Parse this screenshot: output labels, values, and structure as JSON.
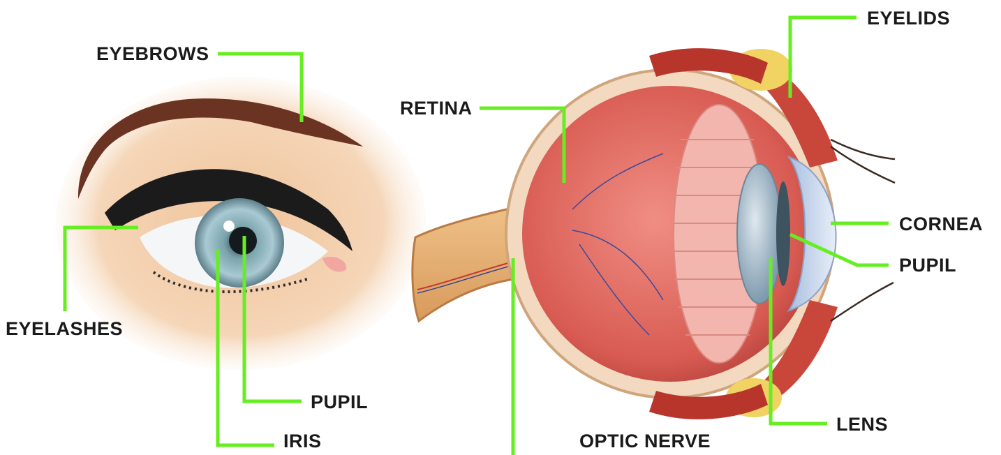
{
  "labels": {
    "eyebrows": "EYEBROWS",
    "eyelashes": "EYELASHES",
    "pupil_left": "PUPIL",
    "iris": "IRIS",
    "retina": "RETINA",
    "optic_nerve": "OPTIC NERVE",
    "eyelids": "EYELIDS",
    "cornea": "CORNEA",
    "pupil_right": "PUPIL",
    "lens": "LENS"
  },
  "colors": {
    "leader_line": "#66ee22",
    "label_text": "#1a1a1a",
    "skin": "#f2c9a2",
    "eyebrow": "#6b3322",
    "iris": "#8fb8c8",
    "sclera": "#f4f6f8",
    "eyeball_flesh": "#e9766e",
    "optic_nerve": "#e3a86a",
    "muscle": "#c8463a",
    "cornea": "#b9cde6",
    "fat": "#f1d363"
  }
}
